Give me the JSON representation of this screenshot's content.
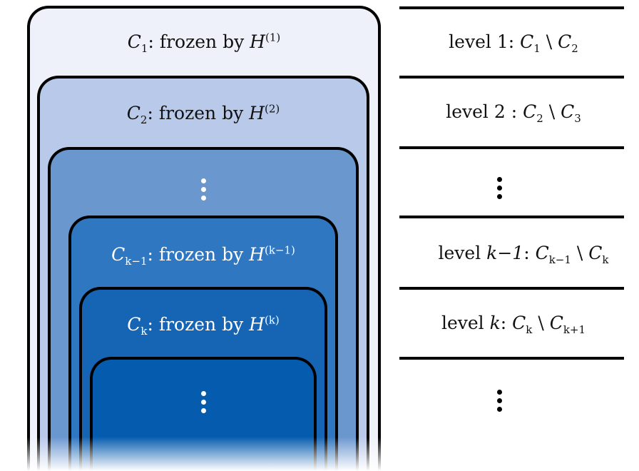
{
  "nested_sets": [
    {
      "set": "C",
      "sub": "1",
      "text": ": frozen by ",
      "op": "H",
      "sup": "(1)",
      "fill": "#eef1fa"
    },
    {
      "set": "C",
      "sub": "2",
      "text": ": frozen by ",
      "op": "H",
      "sup": "(2)",
      "fill": "#b9c9ea"
    },
    {
      "set": "ellipsis",
      "fill": "#6b97cf"
    },
    {
      "set": "C",
      "sub": "k−1",
      "text": ": frozen by ",
      "op": "H",
      "sup": "(k−1)",
      "fill": "#2f77c0"
    },
    {
      "set": "C",
      "sub": "k",
      "text": ": frozen by ",
      "op": "H",
      "sup": "(k)",
      "fill": "#1664b4"
    },
    {
      "set": "ellipsis",
      "fill": "#055caf"
    }
  ],
  "levels": [
    {
      "word": "level ",
      "num": "1",
      "colon": ": ",
      "a": "C",
      "a_sub": "1",
      "sep": " \\ ",
      "b": "C",
      "b_sub": "2"
    },
    {
      "word": "level ",
      "num": "2",
      "colon": " : ",
      "a": "C",
      "a_sub": "2",
      "sep": " \\ ",
      "b": "C",
      "b_sub": "3"
    },
    {
      "word": "ellipsis"
    },
    {
      "word": "level ",
      "num": "k−1",
      "colon": ": ",
      "a": "C",
      "a_sub": "k−1",
      "sep": " \\ ",
      "b": "C",
      "b_sub": "k"
    },
    {
      "word": "level ",
      "num": "k",
      "colon": ": ",
      "a": "C",
      "a_sub": "k",
      "sep": " \\ ",
      "b": "C",
      "b_sub": "k+1"
    },
    {
      "word": "ellipsis"
    }
  ]
}
